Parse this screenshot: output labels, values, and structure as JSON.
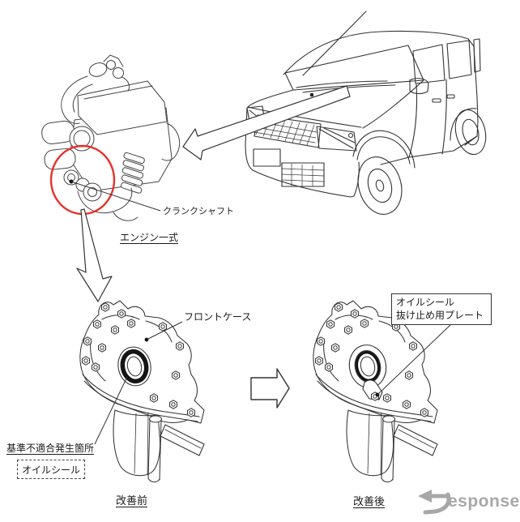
{
  "diagram": {
    "background": "#ffffff",
    "line_color": "#333333",
    "highlight_circle_color": "#e8312b",
    "labels": {
      "crankshaft": "クランクシャフト",
      "engine_assembly": "エンジン一式",
      "front_case": "フロントケース",
      "defect_location": "基準不適合発生箇所",
      "oil_seal": "オイルシール",
      "before": "改善前",
      "after": "改善後",
      "retainer_plate_line1": "オイルシール",
      "retainer_plate_line2": "抜け止め用プレート"
    },
    "watermark": {
      "brand": "Response.",
      "text_after_mark": "esponse.",
      "color": "#a8a8a8"
    }
  }
}
